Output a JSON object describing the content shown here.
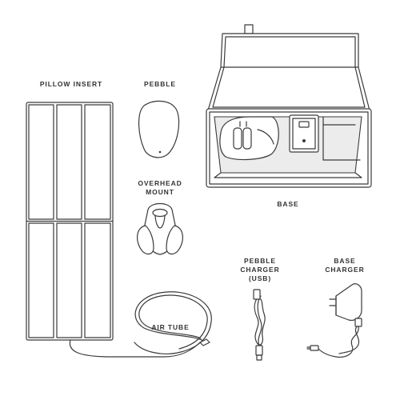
{
  "labels": {
    "pillow_insert": "PILLOW INSERT",
    "pebble": "PEBBLE",
    "overhead_mount": [
      "OVERHEAD",
      "MOUNT"
    ],
    "base": "BASE",
    "air_tube": "AIR TUBE",
    "pebble_charger": [
      "PEBBLE",
      "CHARGER",
      "(USB)"
    ],
    "base_charger": [
      "BASE",
      "CHARGER"
    ]
  },
  "colors": {
    "line": "#3a3a3a",
    "text": "#333333",
    "background": "#ffffff"
  }
}
